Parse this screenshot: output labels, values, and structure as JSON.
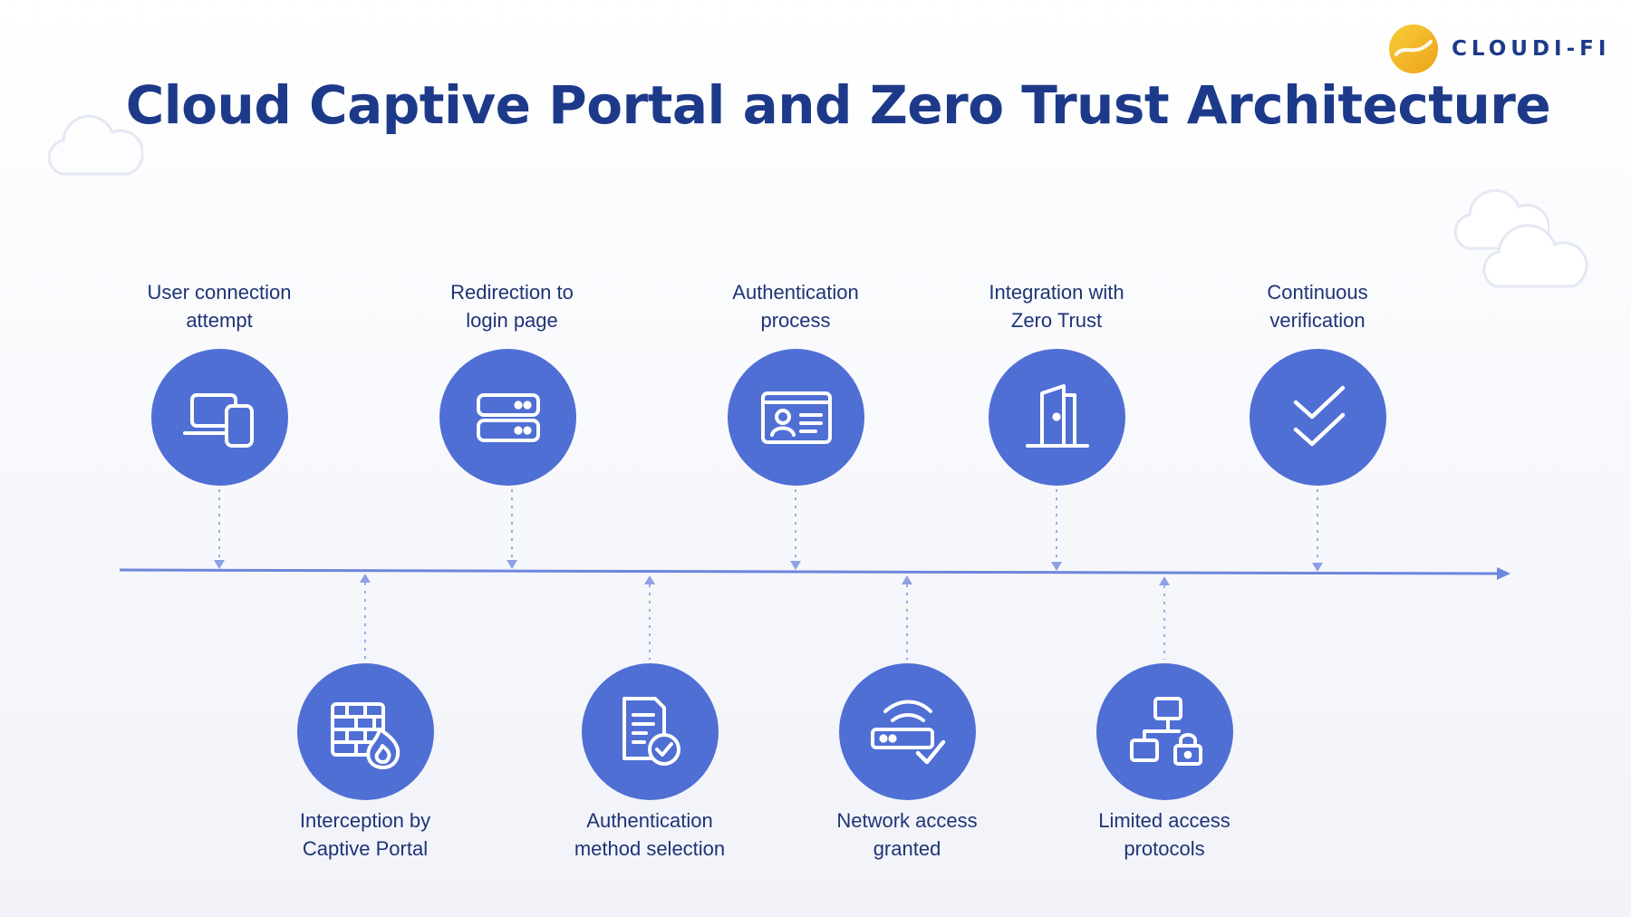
{
  "title": "Cloud Captive Portal and Zero Trust Architecture",
  "brand": {
    "name": "CLOUDI-FI",
    "logo_icon": "cloudi-fi-logo-icon"
  },
  "colors": {
    "accent": "#4f6fd4",
    "title": "#1d3a8a",
    "line": "#6f86dc",
    "logo": "#f4b92a"
  },
  "steps_top": [
    {
      "line1": "User connection",
      "line2": "attempt",
      "icon": "devices-icon"
    },
    {
      "line1": "Redirection to",
      "line2": "login page",
      "icon": "server-icon"
    },
    {
      "line1": "Authentication",
      "line2": "process",
      "icon": "id-card-icon"
    },
    {
      "line1": "Integration with",
      "line2": "Zero Trust",
      "icon": "door-icon"
    },
    {
      "line1": "Continuous",
      "line2": "verification",
      "icon": "double-check-icon"
    }
  ],
  "steps_bottom": [
    {
      "line1": "Interception by",
      "line2": "Captive Portal",
      "icon": "firewall-icon"
    },
    {
      "line1": "Authentication",
      "line2": "method selection",
      "icon": "document-check-icon"
    },
    {
      "line1": "Network access",
      "line2": "granted",
      "icon": "router-check-icon"
    },
    {
      "line1": "Limited access",
      "line2": "protocols",
      "icon": "network-lock-icon"
    }
  ]
}
